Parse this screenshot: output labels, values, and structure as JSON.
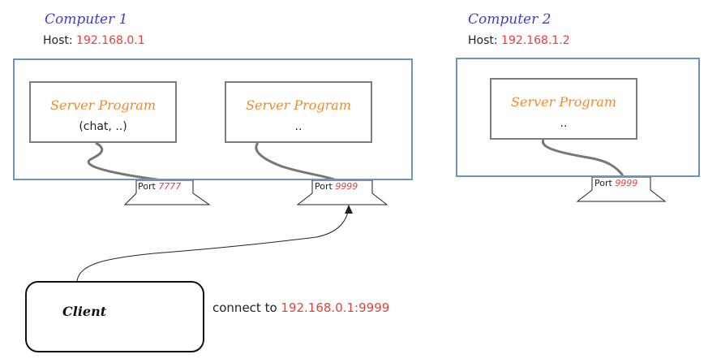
{
  "computers": [
    {
      "title": "Computer 1",
      "host_label": "Host:",
      "host_ip": "192.168.0.1",
      "servers": [
        {
          "title": "Server Program",
          "subtitle": "(chat, ..)"
        },
        {
          "title": "Server Program",
          "subtitle": ".."
        }
      ],
      "ports": [
        {
          "label": "Port",
          "number": "7777"
        },
        {
          "label": "Port",
          "number": "9999"
        }
      ]
    },
    {
      "title": "Computer 2",
      "host_label": "Host:",
      "host_ip": "192.168.1.2",
      "servers": [
        {
          "title": "Server Program",
          "subtitle": ".."
        }
      ],
      "ports": [
        {
          "label": "Port",
          "number": "9999"
        }
      ]
    }
  ],
  "client": {
    "label": "Client",
    "connect_text": "connect to",
    "connect_target": "192.168.0.1:9999"
  },
  "colors": {
    "computer_title": "#3c40c6",
    "ip": "#e8403c",
    "server_title": "#f28a2a",
    "computer_border": "#6e93bd",
    "server_border": "#7d7d7d"
  }
}
